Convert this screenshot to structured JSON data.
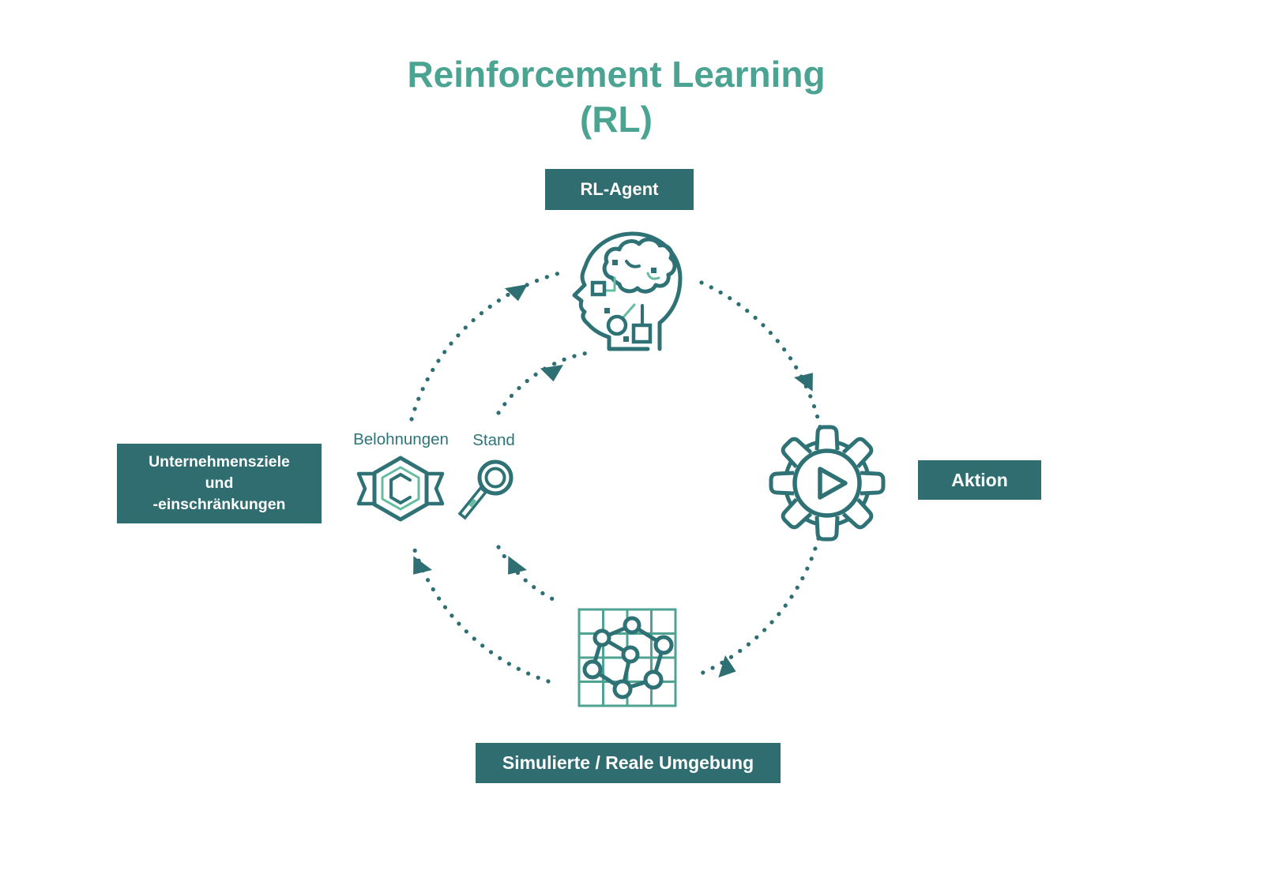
{
  "title": {
    "line1": "Reinforcement Learning",
    "line2": "(RL)"
  },
  "labels": {
    "agent": "RL-Agent",
    "goals": "Unternehmensziele\nund\n-einschränkungen",
    "action": "Aktion",
    "environment": "Simulierte / Reale Umgebung",
    "rewards": "Belohnungen",
    "state": "Stand"
  },
  "icons": {
    "agent": "brain-head-icon",
    "action": "gear-play-icon",
    "environment": "network-grid-icon",
    "rewards": "award-badge-icon",
    "state": "magnifier-icon"
  },
  "colors": {
    "title_teal": "#4BA492",
    "box_teal": "#2F6D71",
    "icon_stroke": "#2E7276",
    "accent_light": "#64BDA1",
    "grid_light": "#4EA392",
    "dots": "#2E6F74",
    "background": "#FFFFFF",
    "box_text": "#FFFFFF"
  }
}
